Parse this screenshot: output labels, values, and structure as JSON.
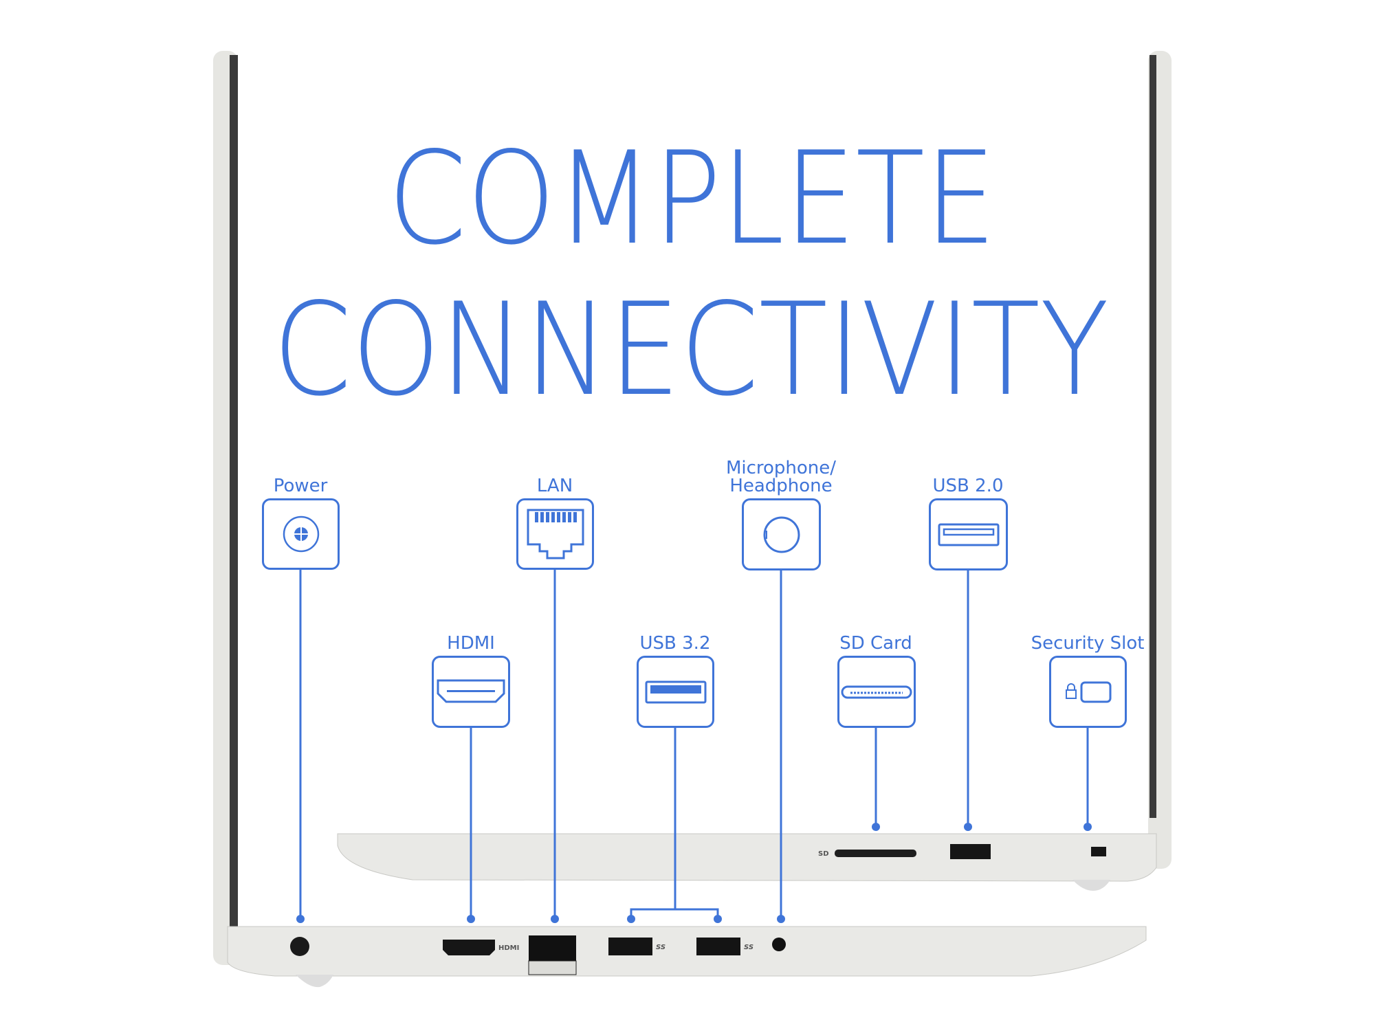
{
  "headline": {
    "line1": "COMPLETE",
    "line2": "CONNECTIVITY"
  },
  "accent_color": "#3f74d8",
  "ports_top_row": [
    {
      "label": "Power",
      "icon": "power-jack-icon"
    },
    {
      "label": "LAN",
      "icon": "ethernet-icon"
    },
    {
      "label_line1": "Microphone/",
      "label_line2": "Headphone",
      "icon": "audio-jack-icon"
    },
    {
      "label": "USB 2.0",
      "icon": "usb-icon"
    }
  ],
  "ports_bottom_row": [
    {
      "label": "HDMI",
      "icon": "hdmi-icon"
    },
    {
      "label": "USB 3.2",
      "icon": "usb-3-icon"
    },
    {
      "label": "SD Card",
      "icon": "sd-card-icon"
    },
    {
      "label": "Security Slot",
      "icon": "lock-slot-icon"
    }
  ],
  "laptop_markings": {
    "hdmi": "HDMI",
    "sd": "SD",
    "ss": "SS"
  }
}
